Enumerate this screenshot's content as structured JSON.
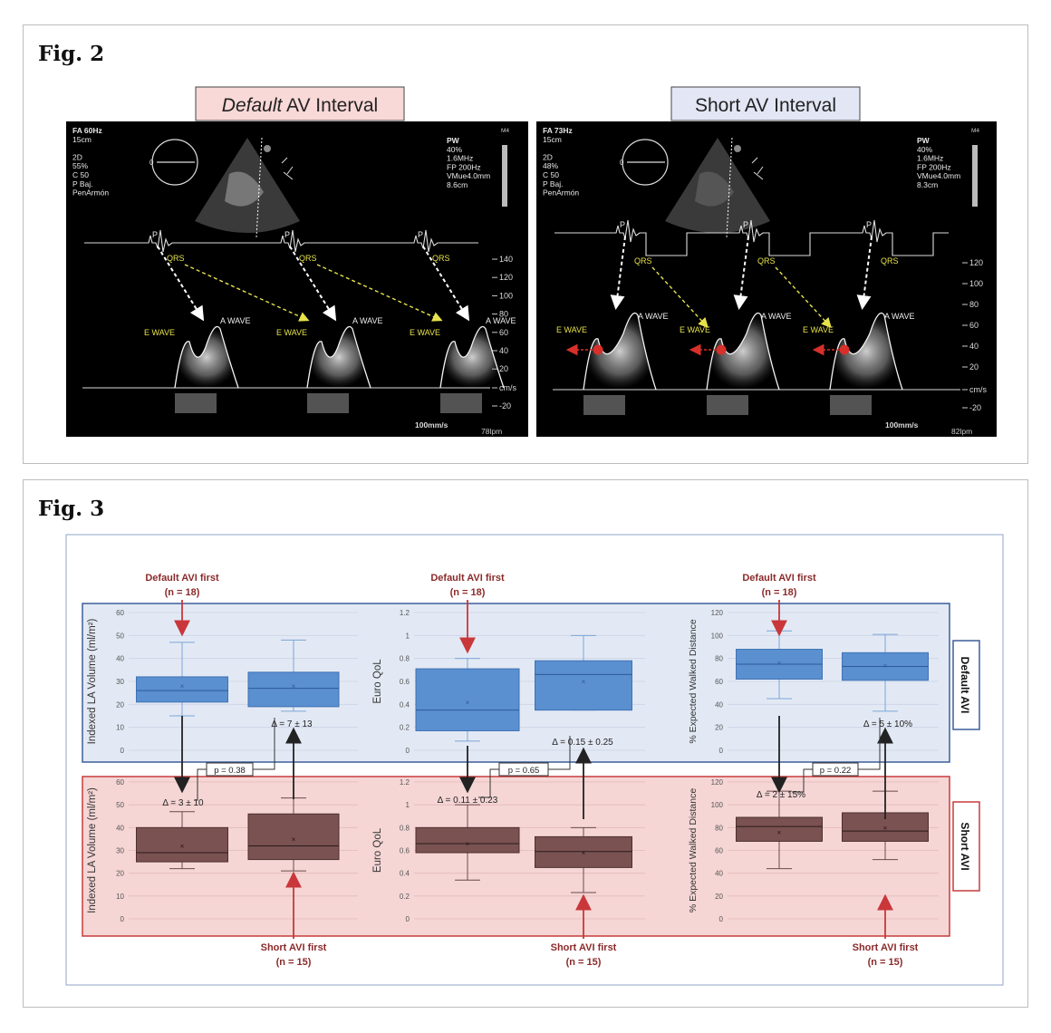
{
  "fig2": {
    "label": "Fig. 2",
    "left": {
      "header_italic": "Default",
      "header_rest": " AV Interval",
      "hdr_left": [
        "FA 60Hz",
        "15cm",
        "",
        "2D",
        "55%",
        "C 50",
        "P Baj.",
        "PenArmón"
      ],
      "hdr_right": [
        "PW",
        "40%",
        "1.6MHz",
        "FP 200Hz",
        "VMue4.0mm",
        "8.6cm"
      ],
      "m4": "M4",
      "orient": "0",
      "ticks": [
        "140",
        "120",
        "100",
        "80",
        "60",
        "40",
        "20",
        "cm/s",
        "-20"
      ],
      "speed": "100mm/s",
      "bpm": "78lpm",
      "p": "P",
      "qrs": "QRS",
      "ewave": "E WAVE",
      "awave": "A WAVE"
    },
    "right": {
      "header": "Short AV Interval",
      "hdr_left": [
        "FA 73Hz",
        "15cm",
        "",
        "2D",
        "48%",
        "C 50",
        "P Baj.",
        "PenArmón"
      ],
      "hdr_right": [
        "PW",
        "40%",
        "1.6MHz",
        "FP 200Hz",
        "VMue4.0mm",
        "8.3cm"
      ],
      "m4": "M4",
      "orient": "0",
      "ticks": [
        "120",
        "100",
        "80",
        "60",
        "40",
        "20",
        "cm/s",
        "-20"
      ],
      "speed": "100mm/s",
      "bpm": "82lpm",
      "p": "P",
      "qrs": "QRS",
      "ewave": "E WAVE",
      "awave": "A WAVE"
    }
  },
  "fig3": {
    "label": "Fig. 3",
    "row_labels": [
      "Default AVI",
      "Short AVI"
    ],
    "default_first": [
      "Default AVI first",
      "(n = 18)"
    ],
    "short_first": [
      "Short AVI first",
      "(n = 15)"
    ],
    "panels": [
      {
        "ylabel": "Indexed LA Volume (ml/m²)",
        "ticks": [
          "60",
          "50",
          "40",
          "30",
          "20",
          "10",
          "0"
        ],
        "delta_top": "Δ = 7 ± 13",
        "delta_bottom": "Δ = 3 ± 10",
        "p": "p = 0.38"
      },
      {
        "ylabel": "Euro QoL",
        "ticks": [
          "1.2",
          "1",
          "0.8",
          "0.6",
          "0.4",
          "0.2",
          "0"
        ],
        "delta_top": "Δ = 0.15 ± 0.25",
        "delta_bottom": "Δ = 0.11 ± 0.23",
        "p": "p = 0.65"
      },
      {
        "ylabel": "% Expected Walked Distance",
        "ticks": [
          "120",
          "100",
          "80",
          "60",
          "40",
          "20",
          "0"
        ],
        "delta_top": "Δ = 5 ± 10%",
        "delta_bottom": "Δ = 2 ± 15%",
        "p": "p = 0.22"
      }
    ]
  },
  "chart_data": [
    {
      "type": "box",
      "panel": "Default AVI",
      "ylabel": "Indexed LA Volume (ml/m²)",
      "ylim": [
        0,
        60
      ],
      "groups": [
        {
          "name": "Default AVI first",
          "whisker_low": 15,
          "q1": 21,
          "median": 26,
          "q3": 32,
          "whisker_high": 47,
          "mean": 28
        },
        {
          "name": "Short AVI first",
          "whisker_low": 17,
          "q1": 19,
          "median": 27,
          "q3": 34,
          "whisker_high": 48,
          "mean": 28
        }
      ]
    },
    {
      "type": "box",
      "panel": "Default AVI",
      "ylabel": "Euro QoL",
      "ylim": [
        0,
        1.2
      ],
      "groups": [
        {
          "name": "Default AVI first",
          "whisker_low": 0.08,
          "q1": 0.17,
          "median": 0.35,
          "q3": 0.71,
          "whisker_high": 0.8,
          "mean": 0.42
        },
        {
          "name": "Short AVI first",
          "whisker_low": 0.35,
          "q1": 0.35,
          "median": 0.66,
          "q3": 0.78,
          "whisker_high": 1.0,
          "mean": 0.6
        }
      ]
    },
    {
      "type": "box",
      "panel": "Default AVI",
      "ylabel": "% Expected Walked Distance",
      "ylim": [
        0,
        120
      ],
      "groups": [
        {
          "name": "Default AVI first",
          "whisker_low": 45,
          "q1": 62,
          "median": 75,
          "q3": 88,
          "whisker_high": 104,
          "mean": 76
        },
        {
          "name": "Short AVI first",
          "whisker_low": 34,
          "q1": 61,
          "median": 73,
          "q3": 85,
          "whisker_high": 101,
          "mean": 74
        }
      ]
    },
    {
      "type": "box",
      "panel": "Short AVI",
      "ylabel": "Indexed LA Volume (ml/m²)",
      "ylim": [
        0,
        60
      ],
      "groups": [
        {
          "name": "Default AVI first",
          "whisker_low": 22,
          "q1": 25,
          "median": 29,
          "q3": 40,
          "whisker_high": 47,
          "mean": 32
        },
        {
          "name": "Short AVI first",
          "whisker_low": 21,
          "q1": 26,
          "median": 32,
          "q3": 46,
          "whisker_high": 53,
          "mean": 35
        }
      ]
    },
    {
      "type": "box",
      "panel": "Short AVI",
      "ylabel": "Euro QoL",
      "ylim": [
        0,
        1.2
      ],
      "groups": [
        {
          "name": "Default AVI first",
          "whisker_low": 0.34,
          "q1": 0.58,
          "median": 0.66,
          "q3": 0.8,
          "whisker_high": 1.0,
          "mean": 0.66
        },
        {
          "name": "Short AVI first",
          "whisker_low": 0.23,
          "q1": 0.45,
          "median": 0.59,
          "q3": 0.72,
          "whisker_high": 0.8,
          "mean": 0.58
        }
      ]
    },
    {
      "type": "box",
      "panel": "Short AVI",
      "ylabel": "% Expected Walked Distance",
      "ylim": [
        0,
        120
      ],
      "groups": [
        {
          "name": "Default AVI first",
          "whisker_low": 44,
          "q1": 68,
          "median": 81,
          "q3": 89,
          "whisker_high": 112,
          "mean": 76
        },
        {
          "name": "Short AVI first",
          "whisker_low": 52,
          "q1": 68,
          "median": 77,
          "q3": 93,
          "whisker_high": 112,
          "mean": 80
        }
      ]
    }
  ]
}
